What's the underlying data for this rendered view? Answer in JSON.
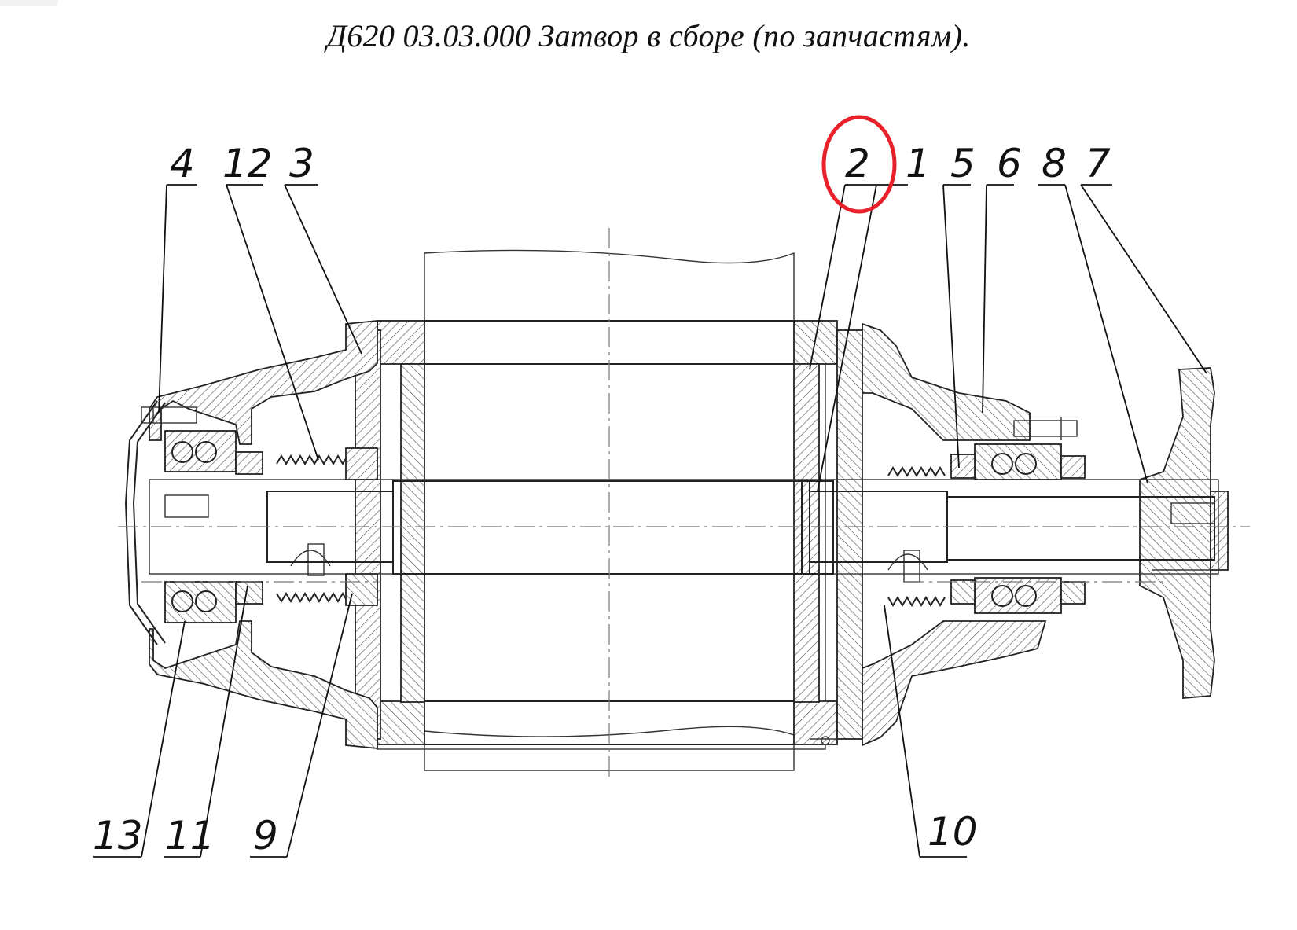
{
  "title": "Д620 03.03.000 Затвор в сборе (по запчастям).",
  "callouts": {
    "c4": "4",
    "c12": "12",
    "c3": "3",
    "c2": "2",
    "c1": "1",
    "c5": "5",
    "c6": "6",
    "c8": "8",
    "c7": "7",
    "c13": "13",
    "c11": "11",
    "c9": "9",
    "c10": "10"
  },
  "highlight": {
    "target_callout": "2",
    "color": "#e8212b"
  },
  "colors": {
    "line": "#111111",
    "hatch": "#444444",
    "background": "#ffffff"
  }
}
